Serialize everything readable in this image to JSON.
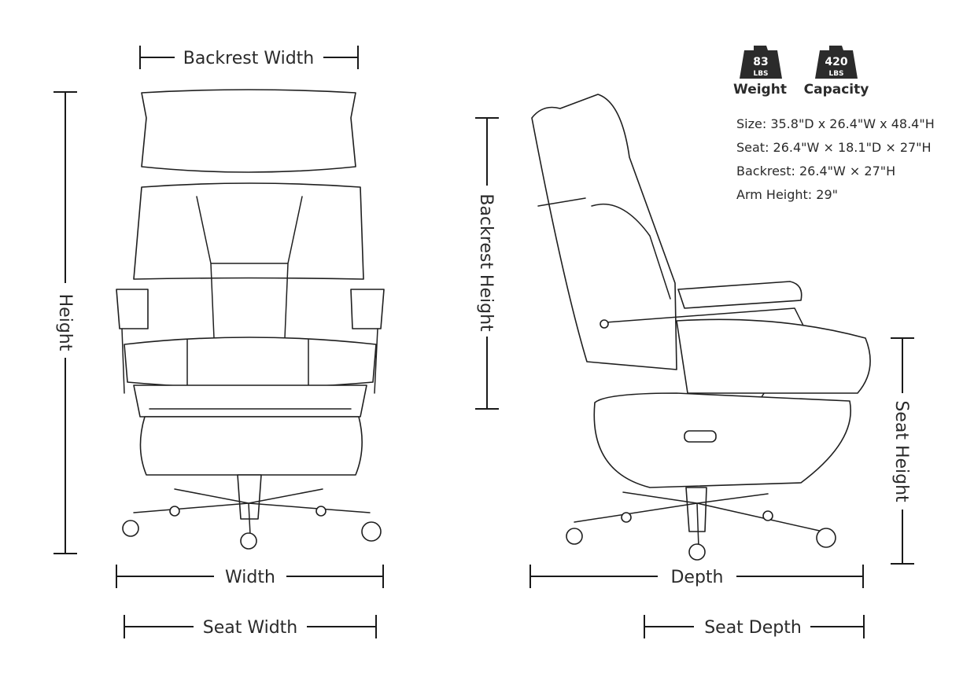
{
  "dimensions": {
    "backrest_width": "Backrest Width",
    "height": "Height",
    "width": "Width",
    "seat_width": "Seat Width",
    "backrest_height": "Backrest Height",
    "depth": "Depth",
    "seat_depth": "Seat Depth",
    "seat_height": "Seat Height"
  },
  "badges": {
    "weight": {
      "value": "83",
      "unit": "LBS",
      "label": "Weight"
    },
    "capacity": {
      "value": "420",
      "unit": "LBS",
      "label": "Capacity"
    }
  },
  "specs": {
    "size": "Size: 35.8\"D x 26.4\"W x 48.4\"H",
    "seat": "Seat: 26.4\"W × 18.1\"D × 27\"H",
    "backrest": "Backrest: 26.4\"W × 27\"H",
    "arm_height": "Arm Height: 29\""
  },
  "colors": {
    "line": "#1f1f1f",
    "badge": "#2b2b2b",
    "background": "#ffffff"
  }
}
